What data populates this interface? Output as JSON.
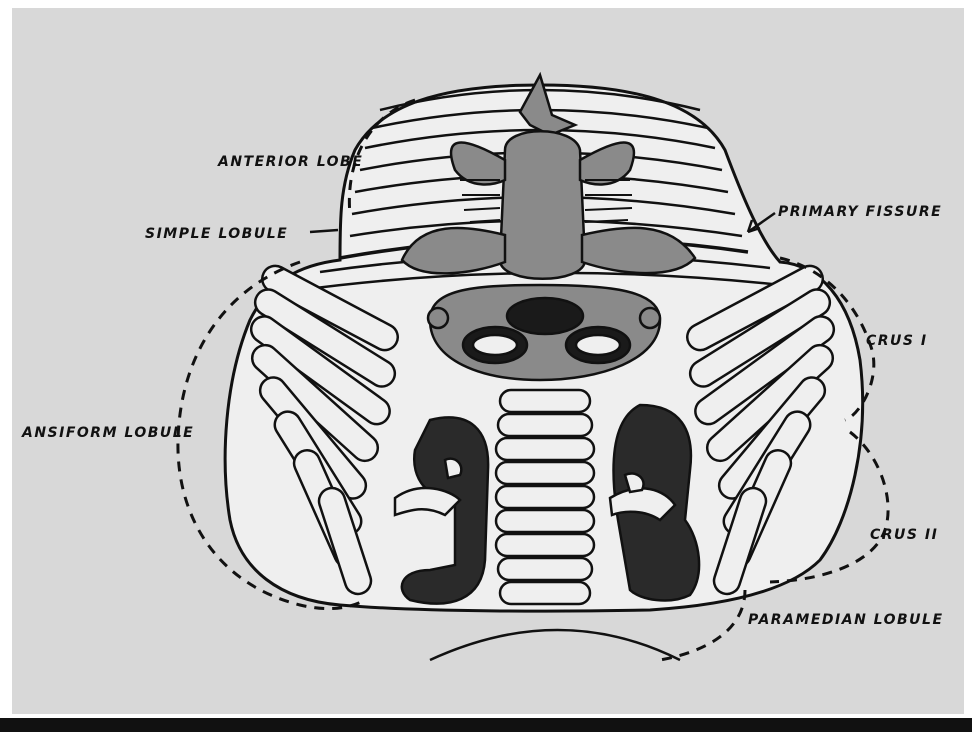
{
  "labels": {
    "anterior_lobe": "ANTERIOR LOBE",
    "simple_lobule": "SIMPLE LOBULE",
    "primary_fissure": "PRIMARY FISSURE",
    "crus_1": "CRUS I",
    "ansiform_lobule": "ANSIFORM LOBULE",
    "crus_2": "CRUS II",
    "paramedian_lobule": "PARAMEDIAN LOBULE"
  },
  "colors": {
    "background": "#d8d8d8",
    "folia_fill": "#efefef",
    "outline": "#111111",
    "upper_figure": "#8a8a8a",
    "lower_figures": "#2a2a2a"
  }
}
